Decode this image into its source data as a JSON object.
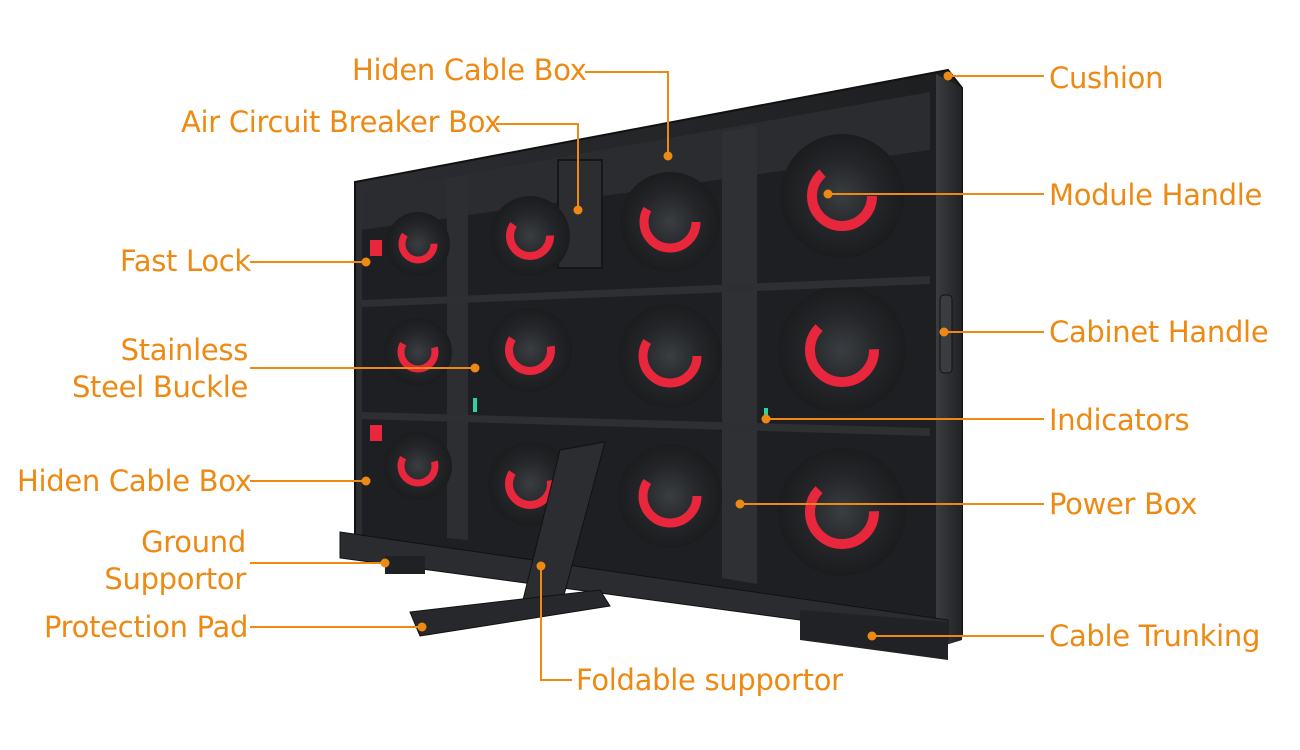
{
  "colors": {
    "accent": "#ee8a14",
    "cabinet": "#26282b",
    "cabinet_dark": "#16181a",
    "module": "#1f2124",
    "ring": "#e8263c"
  },
  "labels": {
    "hiden_cable_box_top": "Hiden Cable Box",
    "air_circuit_breaker_box": "Air Circuit Breaker Box",
    "fast_lock": "Fast Lock",
    "stainless_steel_buckle": [
      "Stainless",
      "Steel Buckle"
    ],
    "hiden_cable_box_left": "Hiden Cable Box",
    "ground_supportor": [
      "Ground",
      "Supportor"
    ],
    "protection_pad": "Protection Pad",
    "foldable_supportor": "Foldable supportor",
    "cushion": "Cushion",
    "module_handle": "Module Handle",
    "cabinet_handle": "Cabinet Handle",
    "indicators": "Indicators",
    "power_box": "Power Box",
    "cable_trunking": "Cable Trunking"
  }
}
